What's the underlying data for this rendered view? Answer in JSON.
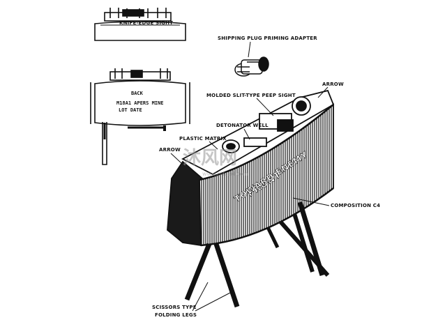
{
  "labels": {
    "knife_edge_sight": "KNIFE-EDGE SIGHT",
    "shipping_plug": "SHIPPING PLUG PRIMING ADAPTER",
    "arrow_top": "ARROW",
    "molded_sight": "MOLDED SLIT-TYPE PEEP SIGHT",
    "detonator_well": "DETONATOR WELL",
    "plastic_matrix": "PLASTIC MATRIX",
    "arrow_left": "ARROW",
    "composition": "COMPOSITION C4",
    "legs_line1": "SCISSORS TYPE",
    "legs_line2": "FOLDING LEGS"
  },
  "back_view": {
    "line1": "BACK",
    "line2": "M18A1 APERS MINE",
    "line3": "LOT      DATE"
  },
  "front_face": {
    "line1": "FRONT",
    "line2": "TOWARD ENEMY"
  },
  "watermark": {
    "text": "沐风网",
    "url": "www.mfcad.com"
  },
  "colors": {
    "ink": "#111111",
    "background": "#ffffff",
    "watermark": "#9a9a9a"
  }
}
